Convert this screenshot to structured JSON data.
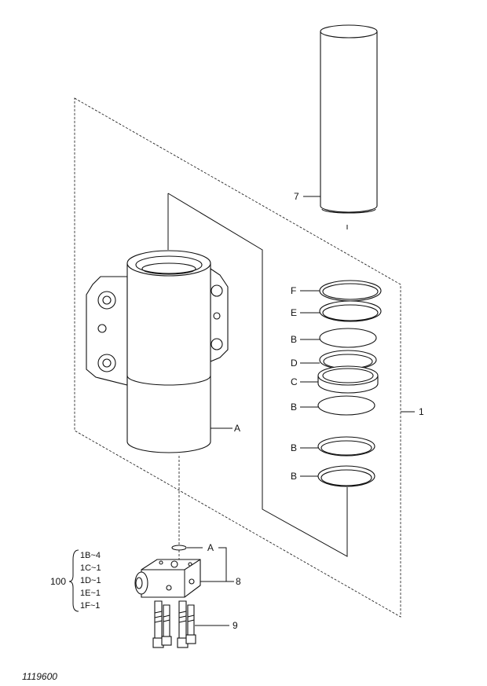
{
  "figure_number": "1119600",
  "callouts": {
    "seal_F": "F",
    "seal_E": "E",
    "ring_B1": "B",
    "seal_D": "D",
    "seal_C": "C",
    "ring_B2": "B",
    "ring_B3": "B",
    "ring_B4": "B",
    "body_A": "A",
    "oring_A": "A",
    "part_7": "7",
    "part_1": "1",
    "part_8": "8",
    "part_9": "9"
  },
  "kit": {
    "number": "100",
    "items": [
      "1B~4",
      "1C~1",
      "1D~1",
      "1E~1",
      "1F~1"
    ]
  }
}
